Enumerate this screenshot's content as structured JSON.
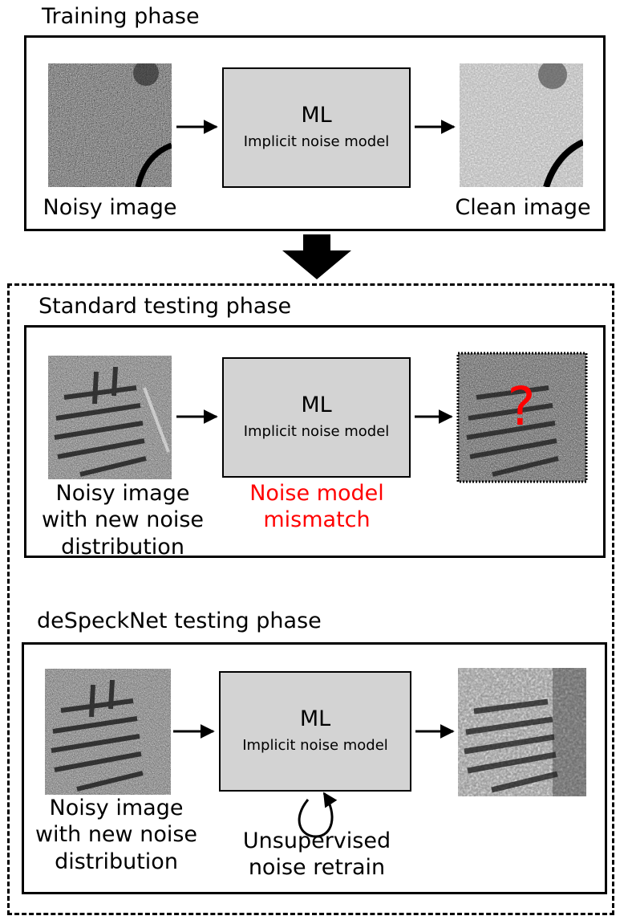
{
  "training": {
    "title": "Training phase",
    "ml_title": "ML",
    "ml_subtitle": "Implicit noise model",
    "input_caption": "Noisy image",
    "output_caption": "Clean image",
    "input_image_icon": "noisy-sar-image",
    "output_image_icon": "clean-sar-image"
  },
  "standard": {
    "title": "Standard testing phase",
    "ml_title": "ML",
    "ml_subtitle": "Implicit noise model",
    "input_caption_lines": [
      "Noisy image",
      "with new noise",
      "distribution"
    ],
    "mismatch_lines": [
      "Noise model",
      "mismatch"
    ],
    "unknown_symbol": "?",
    "mismatch_color": "#ff0000"
  },
  "despecknet": {
    "title": "deSpeckNet testing phase",
    "ml_title": "ML",
    "ml_subtitle": "Implicit noise model",
    "input_caption_lines": [
      "Noisy image",
      "with new noise",
      "distribution"
    ],
    "retrain_lines": [
      "Unsupervised",
      "noise retrain"
    ]
  },
  "colors": {
    "ml_box_fill": "#d3d3d3",
    "border": "#000000",
    "highlight": "#ff0000"
  }
}
